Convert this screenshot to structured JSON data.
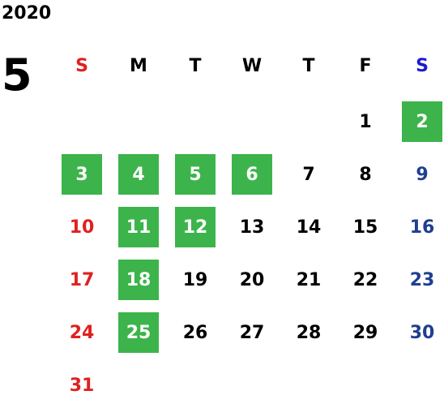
{
  "calendar": {
    "year": "2020",
    "month": "5",
    "weekdays": [
      "S",
      "M",
      "T",
      "W",
      "T",
      "F",
      "S"
    ],
    "weeks": [
      [
        {
          "day": "",
          "hl": false
        },
        {
          "day": "",
          "hl": false
        },
        {
          "day": "",
          "hl": false
        },
        {
          "day": "",
          "hl": false
        },
        {
          "day": "",
          "hl": false
        },
        {
          "day": "1",
          "hl": false
        },
        {
          "day": "2",
          "hl": true
        }
      ],
      [
        {
          "day": "3",
          "hl": true
        },
        {
          "day": "4",
          "hl": true
        },
        {
          "day": "5",
          "hl": true
        },
        {
          "day": "6",
          "hl": true
        },
        {
          "day": "7",
          "hl": false
        },
        {
          "day": "8",
          "hl": false
        },
        {
          "day": "9",
          "hl": false
        }
      ],
      [
        {
          "day": "10",
          "hl": false
        },
        {
          "day": "11",
          "hl": true
        },
        {
          "day": "12",
          "hl": true
        },
        {
          "day": "13",
          "hl": false
        },
        {
          "day": "14",
          "hl": false
        },
        {
          "day": "15",
          "hl": false
        },
        {
          "day": "16",
          "hl": false
        }
      ],
      [
        {
          "day": "17",
          "hl": false
        },
        {
          "day": "18",
          "hl": true
        },
        {
          "day": "19",
          "hl": false
        },
        {
          "day": "20",
          "hl": false
        },
        {
          "day": "21",
          "hl": false
        },
        {
          "day": "22",
          "hl": false
        },
        {
          "day": "23",
          "hl": false
        }
      ],
      [
        {
          "day": "24",
          "hl": false
        },
        {
          "day": "25",
          "hl": true
        },
        {
          "day": "26",
          "hl": false
        },
        {
          "day": "27",
          "hl": false
        },
        {
          "day": "28",
          "hl": false
        },
        {
          "day": "29",
          "hl": false
        },
        {
          "day": "30",
          "hl": false
        }
      ],
      [
        {
          "day": "31",
          "hl": false
        },
        {
          "day": "",
          "hl": false
        },
        {
          "day": "",
          "hl": false
        },
        {
          "day": "",
          "hl": false
        },
        {
          "day": "",
          "hl": false
        },
        {
          "day": "",
          "hl": false
        },
        {
          "day": "",
          "hl": false
        }
      ]
    ]
  },
  "colors": {
    "sunday": "#e02020",
    "saturday_header": "#1a1ad6",
    "saturday": "#1f3f8f",
    "weekday": "#000000",
    "holiday_bg": "#3cb44b",
    "holiday_text": "#ffffff"
  }
}
